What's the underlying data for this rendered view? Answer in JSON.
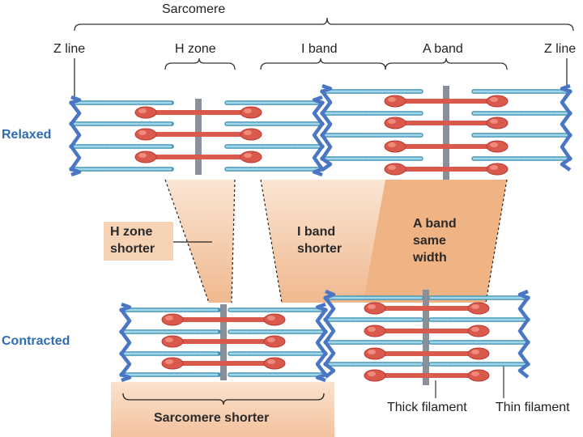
{
  "labels": {
    "sarcomere": "Sarcomere",
    "z_line_left": "Z line",
    "h_zone": "H zone",
    "i_band": "I band",
    "a_band": "A band",
    "z_line_right": "Z line",
    "relaxed": "Relaxed",
    "contracted": "Contracted",
    "h_zone_shorter": "H zone shorter",
    "i_band_shorter": "I band shorter",
    "a_band_same_width": "A band same width",
    "sarcomere_shorter": "Sarcomere shorter",
    "thick_filament": "Thick filament",
    "thin_filament": "Thin filament"
  },
  "colors": {
    "thin_filament": "#5fb2d0",
    "thick_filament": "#d9594c",
    "z_line": "#4a76c4",
    "m_line": "#8a9099",
    "band_highlight": "#f2c8a4",
    "label_blue": "#2f6db0"
  }
}
